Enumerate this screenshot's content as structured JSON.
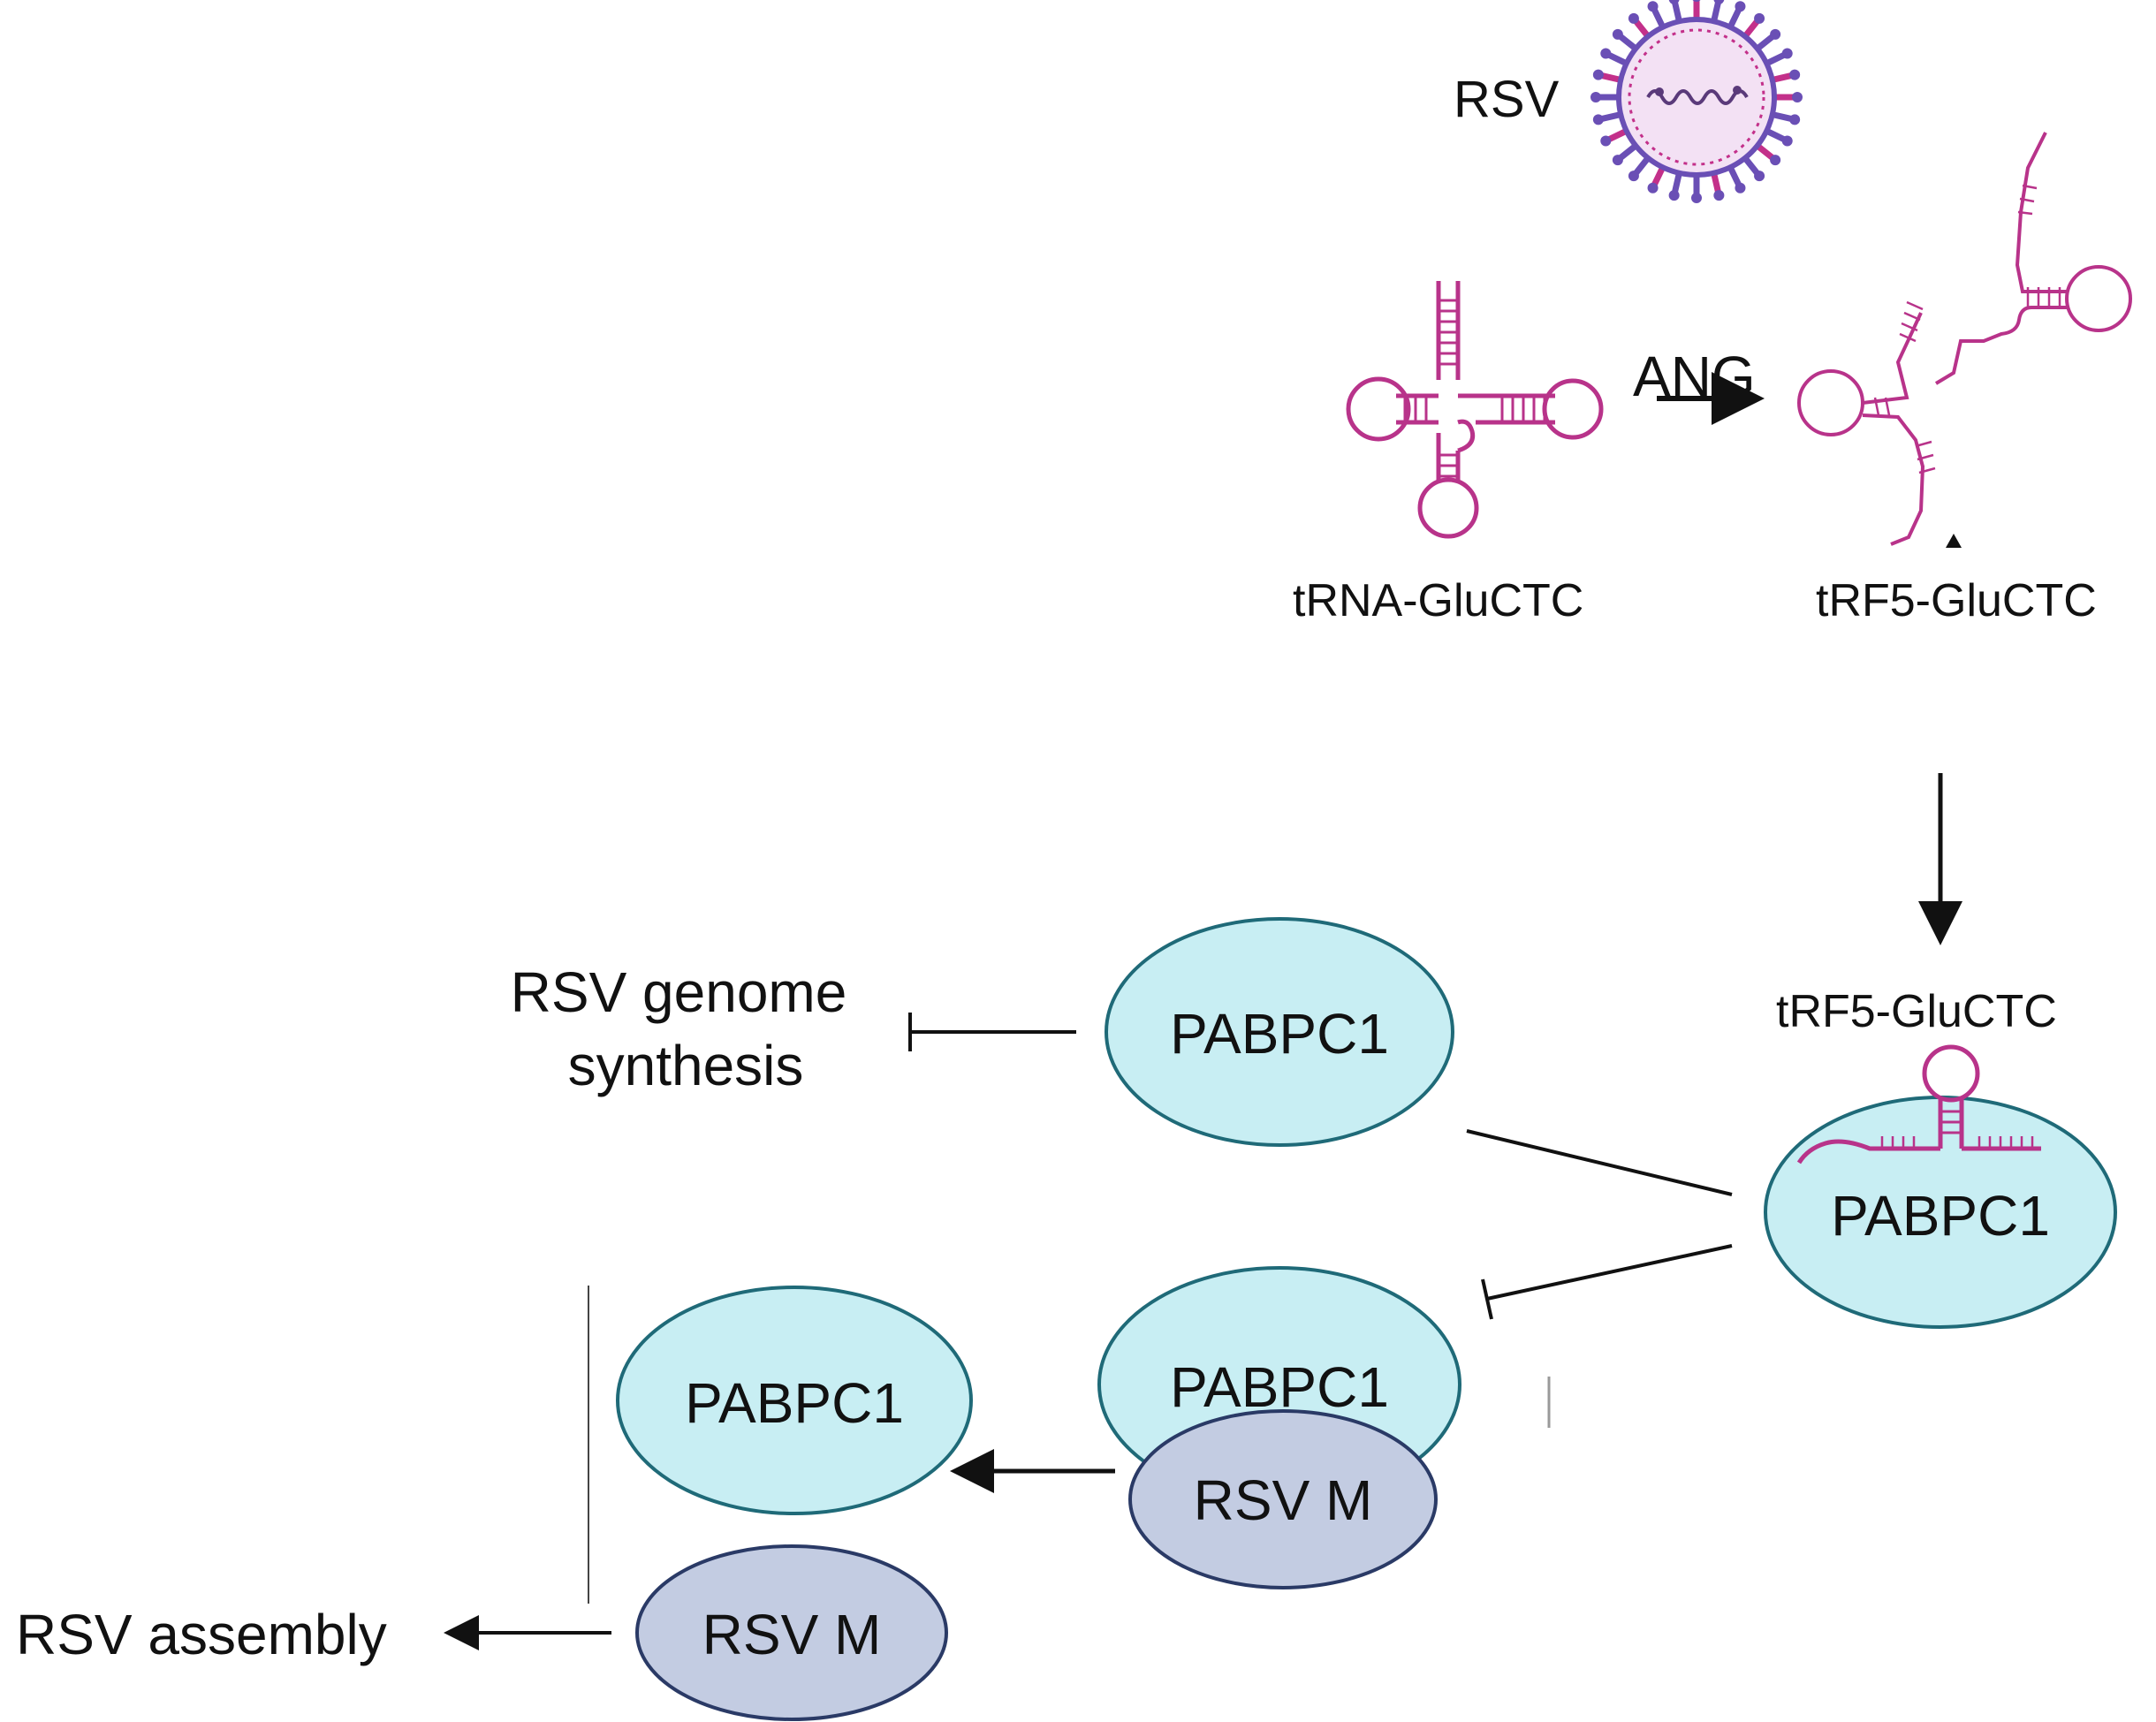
{
  "labels": {
    "rsv": "RSV",
    "ang": "ANG",
    "trna": "tRNA-GluCTC",
    "trf5_top": "tRF5-GluCTC",
    "trf5_bound": "tRF5-GluCTC",
    "genome_line1": "RSV genome",
    "genome_line2": "synthesis",
    "assembly": "RSV assembly"
  },
  "nodes": {
    "pabpc1_top": "PABPC1",
    "pabpc1_right": "PABPC1",
    "pabpc1_complex": "PABPC1",
    "rsvm_complex": "RSV M",
    "pabpc1_free": "PABPC1",
    "rsvm_free": "RSV M"
  },
  "colors": {
    "pabpc1_fill": "#c8eef3",
    "pabpc1_stroke": "#1f6a78",
    "rsvm_fill": "#c3cce2",
    "rsvm_stroke": "#2a3a66",
    "rna": "#b8338a",
    "virus_spike": "#6a4fb5",
    "virus_core": "#f3e1f4",
    "arrow": "#111111"
  },
  "icons": {
    "virus": "rsv-virus-icon",
    "trna": "trna-cloverleaf-icon",
    "fragments": "trna-fragment-icon"
  }
}
